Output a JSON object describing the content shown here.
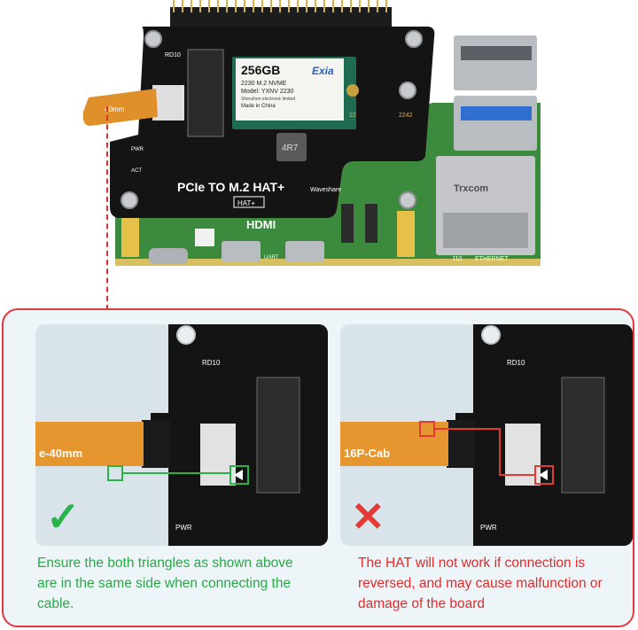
{
  "hat": {
    "ssd_capacity": "256GB",
    "ssd_type": "2230 M.2 NVME",
    "ssd_model": "Model: YXNV 2230",
    "ssd_maker": "Shenzhen electronic limited",
    "ssd_origin": "Made in China",
    "ssd_brand": "Exia",
    "board_name": "PCIe TO M.2 HAT+",
    "board_label_hat": "HAT+",
    "brand_name": "Waveshare",
    "silk_2242": "2242",
    "silk_22": "22",
    "silk_rd10": "RD10",
    "silk_pwr": "PWR",
    "silk_act": "ACT",
    "inductor_label": "4R7",
    "cable_label": "40mm"
  },
  "pi": {
    "hdmi_label": "HDMI",
    "ethernet_brand": "Trxcom",
    "ethernet_label": "ETHERNET",
    "uart_label": "UART",
    "j10_label": "J10"
  },
  "panels": {
    "correct": {
      "cable_text": "e-40mm",
      "silk_rd10": "RD10",
      "silk_pwr": "PWR",
      "mark": "✓",
      "caption": "Ensure the both triangles as shown above are in the same side when connecting the cable."
    },
    "wrong": {
      "cable_text": "16P-Cab",
      "silk_rd10": "RD10",
      "silk_pwr": "PWR",
      "mark": "✕",
      "caption": "The HAT will not work if connection is reversed, and may cause malfunction or damage of the board"
    }
  },
  "colors": {
    "frame": "#e03a3e",
    "ok_green": "#2ab34a",
    "bad_red": "#e53935",
    "pcb_black": "#141414",
    "pi_green": "#3c8a3e",
    "cable_orange": "#e0902a",
    "ssd_green": "#1f6b52"
  }
}
